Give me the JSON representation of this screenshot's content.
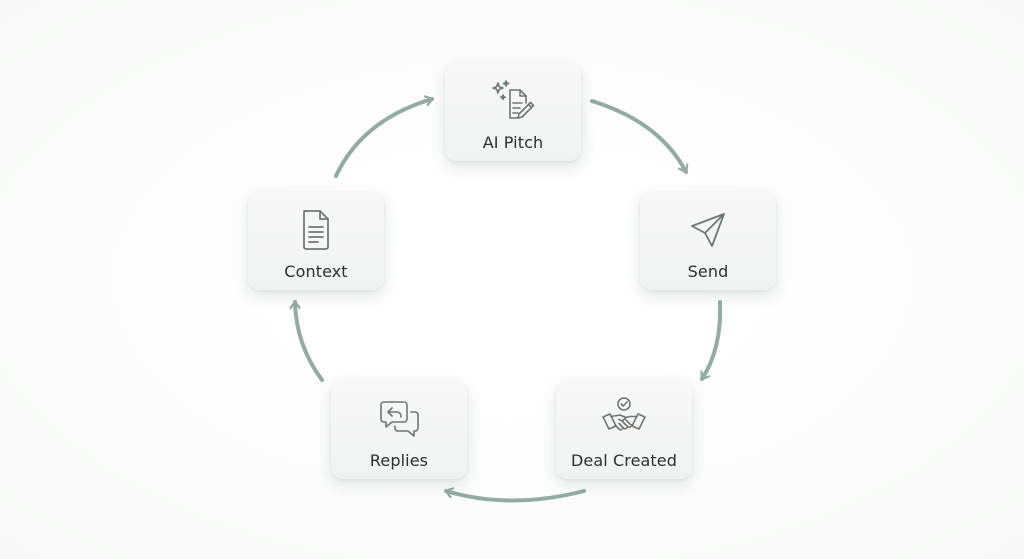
{
  "diagram": {
    "colors": {
      "arrow": "#93aba1",
      "icon": "#6f7672",
      "node_bg": "#f3f5f4",
      "label": "#2b2f2d"
    },
    "nodes": [
      {
        "id": "ai-pitch",
        "label": "AI Pitch",
        "icon": "sparkle-document-pen-icon"
      },
      {
        "id": "send",
        "label": "Send",
        "icon": "paper-plane-icon"
      },
      {
        "id": "deal-created",
        "label": "Deal Created",
        "icon": "handshake-check-icon"
      },
      {
        "id": "replies",
        "label": "Replies",
        "icon": "chat-reply-icon"
      },
      {
        "id": "context",
        "label": "Context",
        "icon": "document-icon"
      }
    ],
    "edges": [
      {
        "from": "ai-pitch",
        "to": "send"
      },
      {
        "from": "send",
        "to": "deal-created"
      },
      {
        "from": "deal-created",
        "to": "replies"
      },
      {
        "from": "replies",
        "to": "context"
      },
      {
        "from": "context",
        "to": "ai-pitch"
      }
    ]
  }
}
